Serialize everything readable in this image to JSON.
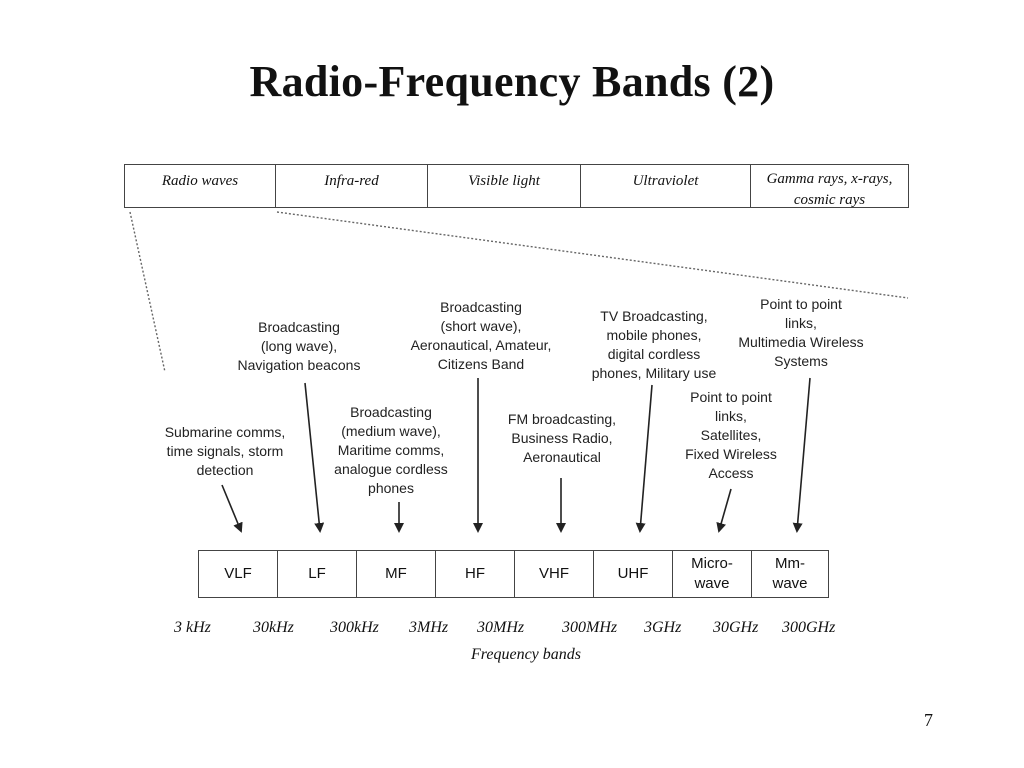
{
  "title": "Radio-Frequency Bands (2)",
  "spectrum": [
    "Radio waves",
    "Infra-red",
    "Visible light",
    "Ultraviolet",
    "Gamma rays, x-rays, cosmic rays"
  ],
  "bands": [
    {
      "label": "VLF"
    },
    {
      "label": "LF"
    },
    {
      "label": "MF"
    },
    {
      "label": "HF"
    },
    {
      "label": "VHF"
    },
    {
      "label": "UHF"
    },
    {
      "label": "Micro-\nwave"
    },
    {
      "label": "Mm-\nwave"
    }
  ],
  "frequencies": [
    "3 kHz",
    "30kHz",
    "300kHz",
    "3MHz",
    "30MHz",
    "300MHz",
    "3GHz",
    "30GHz",
    "300GHz"
  ],
  "frequency_caption": "Frequency bands",
  "annotations": {
    "vlf": "Submarine comms,\ntime signals, storm\ndetection",
    "lf": "Broadcasting\n(long wave),\nNavigation beacons",
    "mf": "Broadcasting\n(medium wave),\nMaritime comms,\nanalogue cordless\nphones",
    "hf": "Broadcasting\n(short wave),\nAeronautical, Amateur,\nCitizens Band",
    "vhf": "FM broadcasting,\nBusiness Radio,\nAeronautical",
    "uhf": "TV Broadcasting,\nmobile phones,\ndigital cordless\nphones, Military use",
    "microwave": "Point to point\nlinks,\nSatellites,\nFixed Wireless\nAccess",
    "mmwave": "Point to point\nlinks,\nMultimedia Wireless\nSystems"
  },
  "page_number": "7"
}
